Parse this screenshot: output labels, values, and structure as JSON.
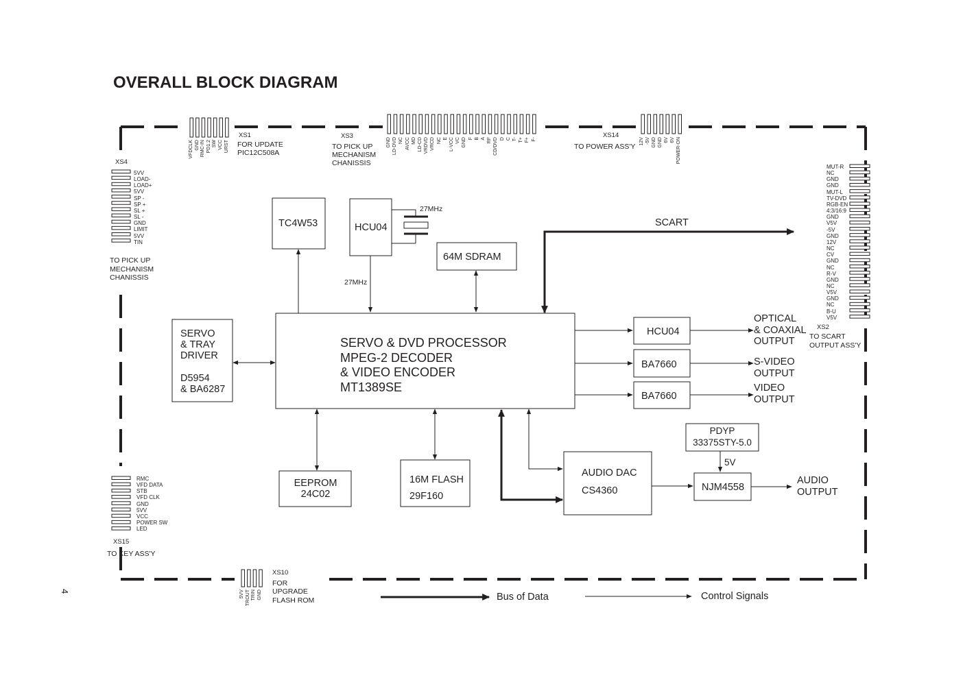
{
  "title": "OVERALL BLOCK DIAGRAM",
  "page_number": "4",
  "blocks": {
    "tc4w53": "TC4W53",
    "hcu04_osc": "HCU04",
    "sdram": "64M  SDRAM",
    "servo_driver": "SERVO\n& TRAY\nDRIVER\n\nD5954\n& BA6287",
    "processor": "SERVO  & DVD PROCESSOR\nMPEG-2  DECODER\n& VIDEO ENCODER\nMT1389SE",
    "hcu04_out": "HCU04",
    "ba7660_1": "BA7660",
    "ba7660_2": "BA7660",
    "eeprom": "EEPROM\n24C02",
    "flash": "16M FLASH\n29F160",
    "audio_dac": "AUDIO DAC\n\nCS4360",
    "pdyp": "PDYP\n33375STY-5.0",
    "njm4558": "NJM4558"
  },
  "signals": {
    "crystal_freq": "27MHz",
    "clock_freq": "27MHz",
    "scart": "SCART",
    "optical_out": "OPTICAL\n& COAXIAL\nOUTPUT",
    "svideo_out": "S-VIDEO\nOUTPUT",
    "video_out": "VIDEO\nOUTPUT",
    "audio_out": "AUDIO\nOUTPUT",
    "five_v": "5V"
  },
  "connectors": {
    "xs1": {
      "id": "XS1",
      "desc": "FOR UPDATE\nPIC12C508A",
      "pins": [
        "VFDCLK",
        "GND",
        "RMC-IN",
        "PD1.2",
        "SW",
        "VCC",
        "URST"
      ]
    },
    "xs3": {
      "id": "XS3",
      "desc": "TO  PICK  UP\nMECHANISM\nCHANISSIS",
      "pins": [
        "GND",
        "LD-DVD",
        "NC",
        "AVCC",
        "MD",
        "LD-CD",
        "VRDVD",
        "VRCD",
        "NC",
        "E",
        "L-VCC",
        "VC",
        "GND",
        "F",
        "B",
        "A",
        "RF",
        "CD/DVD",
        "D",
        "C",
        "T-",
        "T+",
        "F+",
        "F-"
      ]
    },
    "xs14": {
      "id": "XS14",
      "desc": "TO POWER ASS'Y",
      "pins": [
        "12V",
        "-5V",
        "GND",
        "GND",
        "6V",
        "6V",
        "POWER-ON"
      ]
    },
    "xs4": {
      "id": "XS4",
      "desc": "TO  PICK  UP\nMECHANISM\nCHANISSIS",
      "pins": [
        "5VV",
        "LOAD-",
        "LOAD+",
        "5VV",
        "SP -",
        "SP +",
        "SL +",
        "SL -",
        "GND",
        "LIMIT",
        "5VV",
        "TIN"
      ]
    },
    "xs2": {
      "id": "XS2",
      "desc": "TO SCART\nOUTPUT ASS'Y",
      "pins": [
        "MUT-R",
        "NC",
        "GND",
        "GND",
        "MUT-L",
        "TV-DVD",
        "RGB-EN",
        "4:3/16:9",
        "GND",
        "V5V",
        "-5V",
        "GND",
        "12V",
        "NC",
        "CV",
        "GND",
        "NC",
        "R-V",
        "GND",
        "NC",
        "V5V",
        "GND",
        "NC",
        "B-U",
        "V5V"
      ]
    },
    "xs15": {
      "id": "XS15",
      "desc": "TO  KEY  ASS'Y",
      "pins": [
        "RMC",
        "VFD DATA",
        "STB",
        "VFD CLK",
        "GND",
        "5VV",
        "VCC",
        "POWER SW",
        "LED"
      ]
    },
    "xs10": {
      "id": "XS10",
      "desc": "FOR\nUPGRADE\nFLASH ROM",
      "pins": [
        "5VV",
        "TROUT",
        "TRIN",
        "GND"
      ]
    }
  },
  "legend": {
    "bus": "Bus of Data",
    "control": "Control Signals"
  },
  "colors": {
    "ink": "#231f20",
    "background": "#ffffff"
  }
}
